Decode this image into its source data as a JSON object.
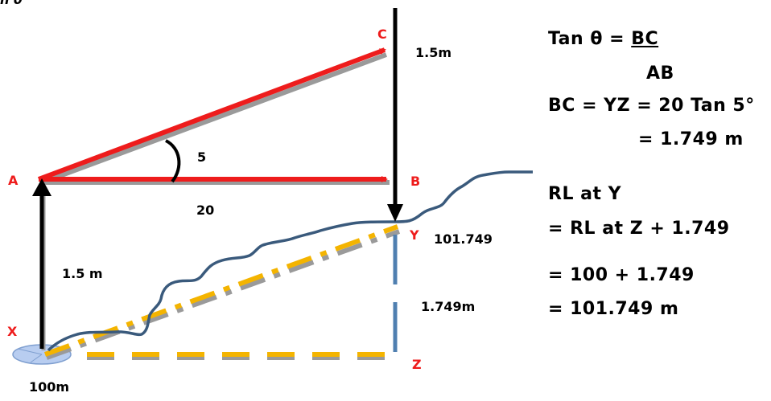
{
  "diagram": {
    "corner_text": "n θ",
    "points": {
      "A": "A",
      "B": "B",
      "C": "C",
      "X": "X",
      "Y": "Y",
      "Z": "Z"
    },
    "labels": {
      "bc_height": "1.5m",
      "angle": "5",
      "distance": "20",
      "instrument_height": "1.5 m",
      "rl_y": "101.749",
      "yz": "1.749m",
      "rl_x": "100m"
    },
    "colors": {
      "sight_line": "#ee1c1c",
      "staff": "#000000",
      "terrain": "#3a5a7c",
      "dash_line": "#f4b400",
      "yz_line": "#4f7fb0",
      "point_label": "#ee1c1c",
      "base_circle": "#b8cdf0"
    }
  },
  "equations": {
    "tan_lhs": "Tan θ = ",
    "tan_num": "BC",
    "tan_den": "AB",
    "bc": "BC = YZ = 20 Tan 5°",
    "bc_val": "= 1.749 m",
    "rl_heading": "RL at Y",
    "rl_eq1": "= RL at Z + 1.749",
    "rl_eq2": "= 100 + 1.749",
    "rl_eq3": "= 101.749 m"
  }
}
